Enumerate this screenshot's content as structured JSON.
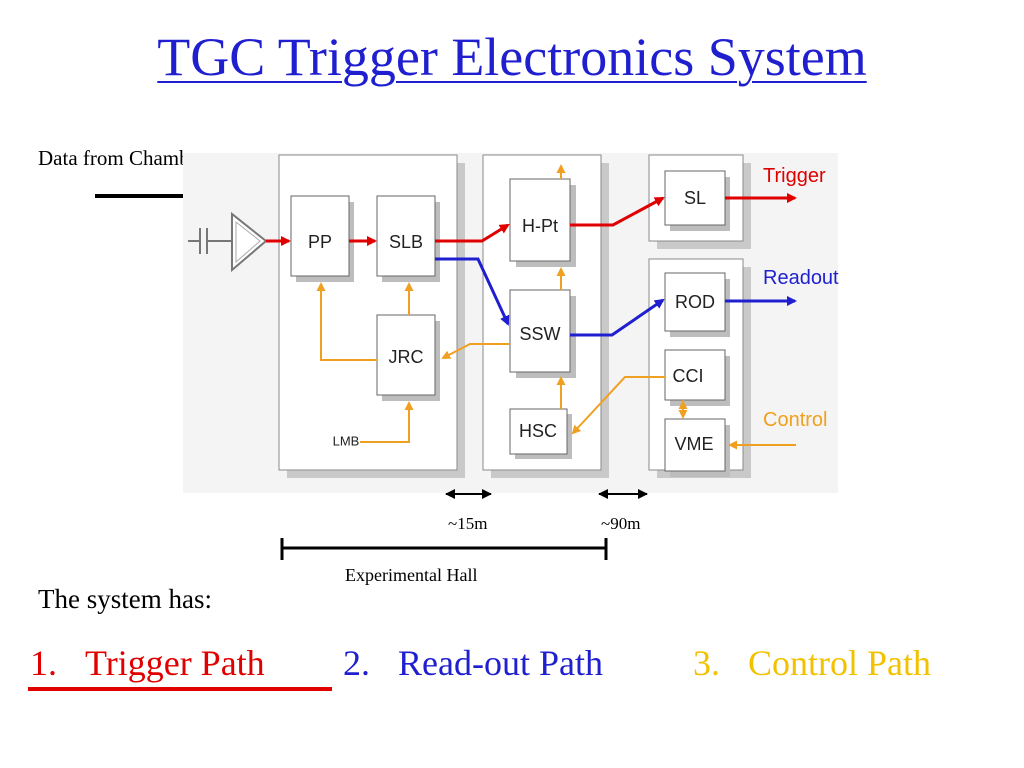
{
  "title": "TGC Trigger Electronics System",
  "input_label": "Data from Chamber",
  "blocks": {
    "pp": "PP",
    "slb": "SLB",
    "jrc": "JRC",
    "lmb": "LMB",
    "hpt": "H-Pt",
    "ssw": "SSW",
    "hsc": "HSC",
    "sl": "SL",
    "rod": "ROD",
    "cci": "CCI",
    "vme": "VME"
  },
  "outputs": {
    "trigger": "Trigger",
    "readout": "Readout",
    "control": "Control"
  },
  "distances": {
    "d1": "~15m",
    "d2": "~90m",
    "hall": "Experimental Hall"
  },
  "summary": {
    "intro": "The system has:",
    "items": [
      {
        "num": "1.",
        "label": "Trigger Path"
      },
      {
        "num": "2.",
        "label": "Read-out Path"
      },
      {
        "num": "3.",
        "label": "Control Path"
      }
    ]
  },
  "colors": {
    "trigger": "#e00000",
    "readout": "#1f1fd0",
    "control": "#f0a020"
  }
}
